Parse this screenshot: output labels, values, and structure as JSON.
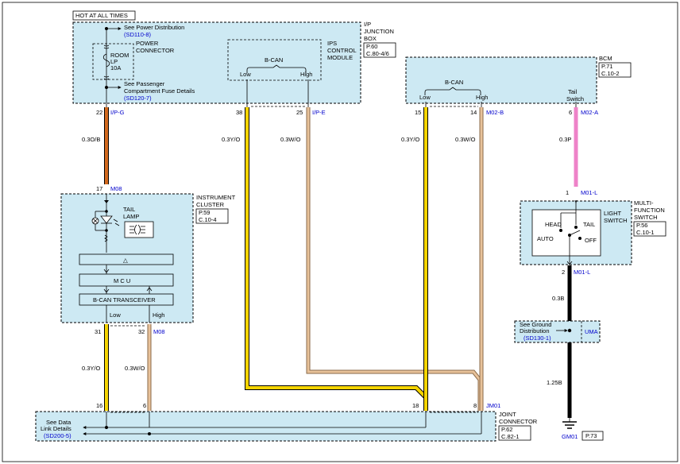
{
  "header": {
    "label": "HOT AT ALL TIMES"
  },
  "ip_junction": {
    "name_lines": [
      "I/P",
      "JUNCTION",
      "BOX"
    ],
    "ref_lines": [
      "P.60",
      "C.80-4/6"
    ],
    "power_dist_text": "See Power Distribution",
    "power_dist_link": "(SD110-8)",
    "power_connector_lines": [
      "POWER",
      "CONNECTOR"
    ],
    "fuse_lines": [
      "ROOM",
      "LP",
      "10A"
    ],
    "passenger_fuse_lines": [
      "See Passenger",
      "Compartment Fuse Details"
    ],
    "passenger_fuse_link": "(SD120-7)",
    "ips_lines": [
      "IPS",
      "CONTROL",
      "MODULE"
    ],
    "bcan_label": "B-CAN",
    "low_label": "Low",
    "high_label": "High",
    "pins": {
      "p22": "22",
      "p38": "38",
      "p25": "25"
    },
    "conn_ipg": "I/P-G",
    "conn_ipe": "I/P-E"
  },
  "bcm": {
    "name": "BCM",
    "ref_lines": [
      "P.71",
      "C.10-2"
    ],
    "bcan_label": "B-CAN",
    "low_label": "Low",
    "high_label": "High",
    "tail_switch_lines": [
      "Tail",
      "Switch"
    ],
    "pins": {
      "p15": "15",
      "p14": "14",
      "p6": "6"
    },
    "conn_m02b": "M02-B",
    "conn_m02a": "M02-A"
  },
  "wires": {
    "w_orange": "0.3O/B",
    "w_38": "0.3Y/O",
    "w_25": "0.3W/O",
    "w_15": "0.3Y/O",
    "w_14": "0.3W/O",
    "w_pink": "0.3P",
    "w_black1": "0.3B",
    "w_cluster_low": "0.3Y/O",
    "w_cluster_high": "0.3W/O",
    "w_black2": "1.25B"
  },
  "cluster": {
    "name_lines": [
      "INSTRUMENT",
      "CLUSTER"
    ],
    "ref_lines": [
      "P.59",
      "C.10-4"
    ],
    "pin17": "17",
    "conn_m08": "M08",
    "tail_lamp_lines": [
      "TAIL",
      "LAMP"
    ],
    "triangle": "△",
    "mcu": "M C U",
    "transceiver": "B-CAN TRANSCEIVER",
    "low_label": "Low",
    "high_label": "High",
    "pin31": "31",
    "pin32": "32",
    "conn_m08b": "M08"
  },
  "mfs": {
    "pin1": "1",
    "conn_m01l": "M01-L",
    "name_lines": [
      "MULTI-",
      "FUNCTION",
      "SWITCH"
    ],
    "ref_lines": [
      "P.56",
      "C.10-1"
    ],
    "light_switch_lines": [
      "LIGHT",
      "SWITCH"
    ],
    "head": "HEAD",
    "tail": "TAIL",
    "auto": "AUTO",
    "off": "OFF",
    "pin2": "2",
    "conn_m01l_b": "M01-L"
  },
  "ground": {
    "text_lines": [
      "See Ground",
      "Distribution"
    ],
    "link": "(SD130-1)",
    "uma": "UMA",
    "gm01": "GM01",
    "ref": "P.73"
  },
  "joint": {
    "name_lines": [
      "JOINT",
      "CONNECTOR"
    ],
    "ref_lines": [
      "P.62",
      "C.82-1"
    ],
    "data_link_lines": [
      "See Data",
      "Link Details"
    ],
    "data_link_link": "(SD200-5)",
    "pins": {
      "p16": "16",
      "p6": "6",
      "p18": "18",
      "p8": "8"
    },
    "conn_jm01": "JM01"
  },
  "colors": {
    "orange_wire": "#d2691e",
    "yellow_wire": "#f5d400",
    "tan_wire": "#e8c29a",
    "pink_wire": "#ee82c8",
    "black_wire": "#000000",
    "box_fill": "#cde9f3",
    "label_blue": "#0000cc"
  }
}
